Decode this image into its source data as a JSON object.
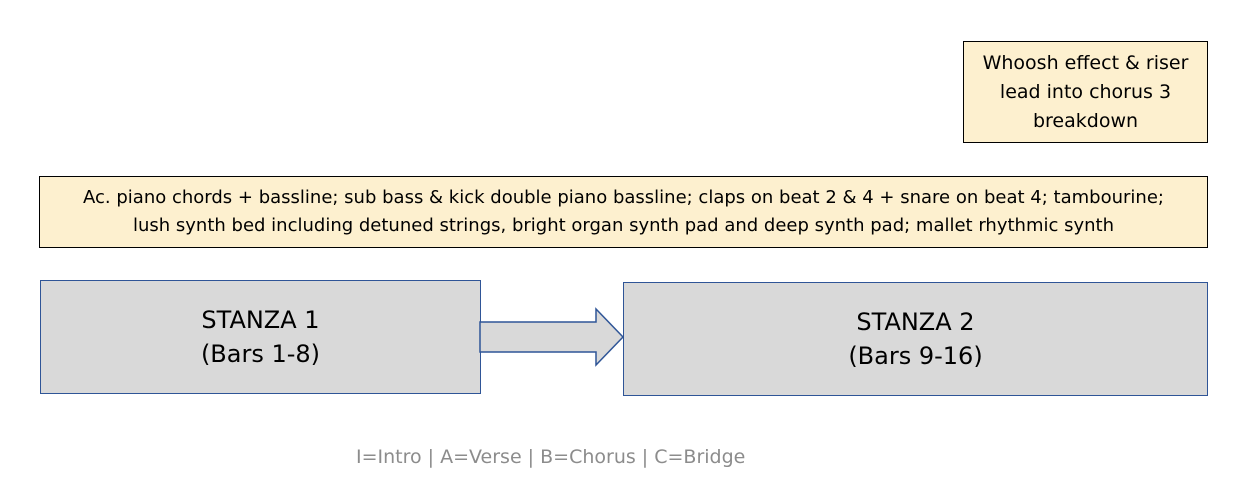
{
  "notes": {
    "transition": {
      "lines": [
        "Whoosh effect & riser",
        "lead into chorus 3",
        "breakdown"
      ]
    },
    "arrangement": {
      "lines": [
        "Ac. piano chords + bassline; sub bass & kick double piano bassline; claps on beat 2 & 4 + snare on beat 4; tambourine;",
        "lush synth bed including detuned strings, bright organ synth pad and deep synth pad; mallet rhythmic synth"
      ]
    }
  },
  "stanzas": [
    {
      "title": "STANZA 1",
      "bars": "(Bars 1-8)"
    },
    {
      "title": "STANZA 2",
      "bars": "(Bars 9-16)"
    }
  ],
  "legend": "I=Intro | A=Verse | B=Chorus | C=Bridge",
  "colors": {
    "note_fill": "#fdf0cf",
    "stanza_fill": "#d9d9d9",
    "stanza_border": "#2f5597",
    "legend_text": "#8c8c8c"
  }
}
